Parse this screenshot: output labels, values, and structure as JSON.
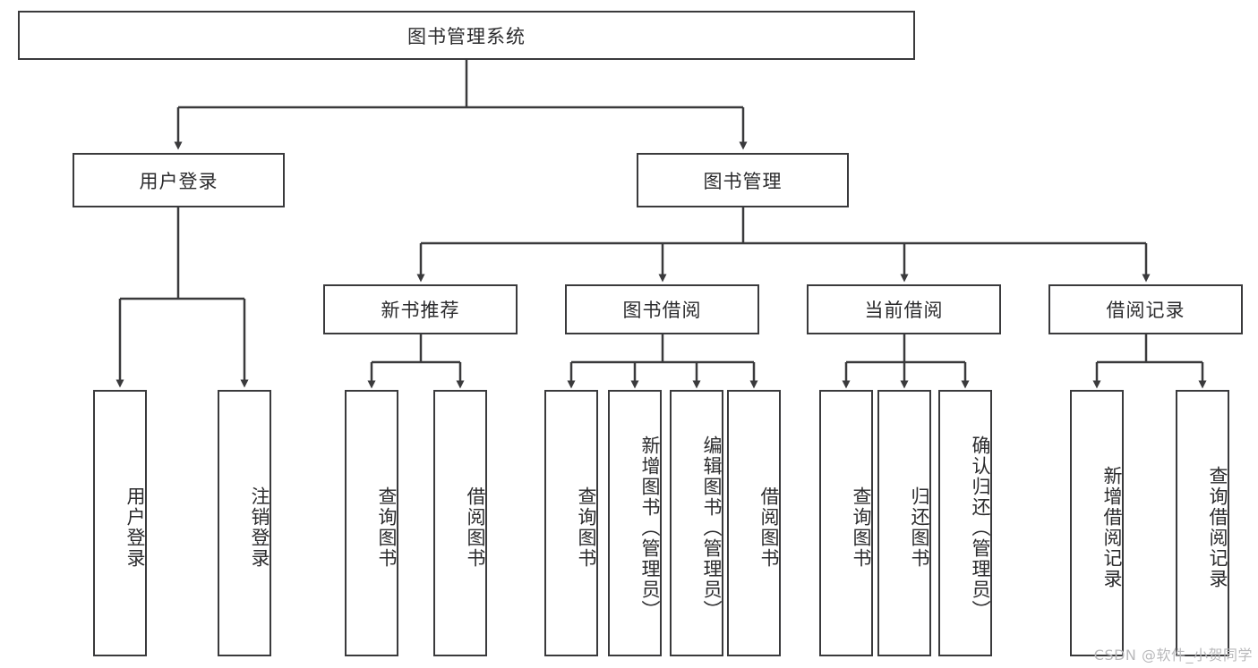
{
  "diagram": {
    "type": "tree",
    "title": "图书管理系统",
    "root": {
      "label": "图书管理系统"
    },
    "level1": [
      {
        "label": "用户登录"
      },
      {
        "label": "图书管理"
      }
    ],
    "level2": [
      {
        "label": "新书推荐"
      },
      {
        "label": "图书借阅"
      },
      {
        "label": "当前借阅"
      },
      {
        "label": "借阅记录"
      }
    ],
    "leaves": {
      "user_login": [
        {
          "label": "用户登录"
        },
        {
          "label": "注销登录"
        }
      ],
      "new_book_recommend": [
        {
          "label": "查询图书"
        },
        {
          "label": "借阅图书"
        }
      ],
      "book_borrow": [
        {
          "label": "查询图书"
        },
        {
          "label": "新增图书（管理员）"
        },
        {
          "label": "编辑图书（管理员）"
        },
        {
          "label": "借阅图书"
        }
      ],
      "current_borrow": [
        {
          "label": "查询图书"
        },
        {
          "label": "归还图书"
        },
        {
          "label": "确认归还（管理员）"
        }
      ],
      "borrow_record": [
        {
          "label": "新增借阅记录"
        },
        {
          "label": "查询借阅记录"
        }
      ]
    }
  },
  "watermark": {
    "text": "CSDN @软件_小贺同学"
  },
  "colors": {
    "stroke": "#3a3a3c",
    "text": "#2b2b2d",
    "background": "#ffffff",
    "watermark": "#b9b9bb"
  }
}
